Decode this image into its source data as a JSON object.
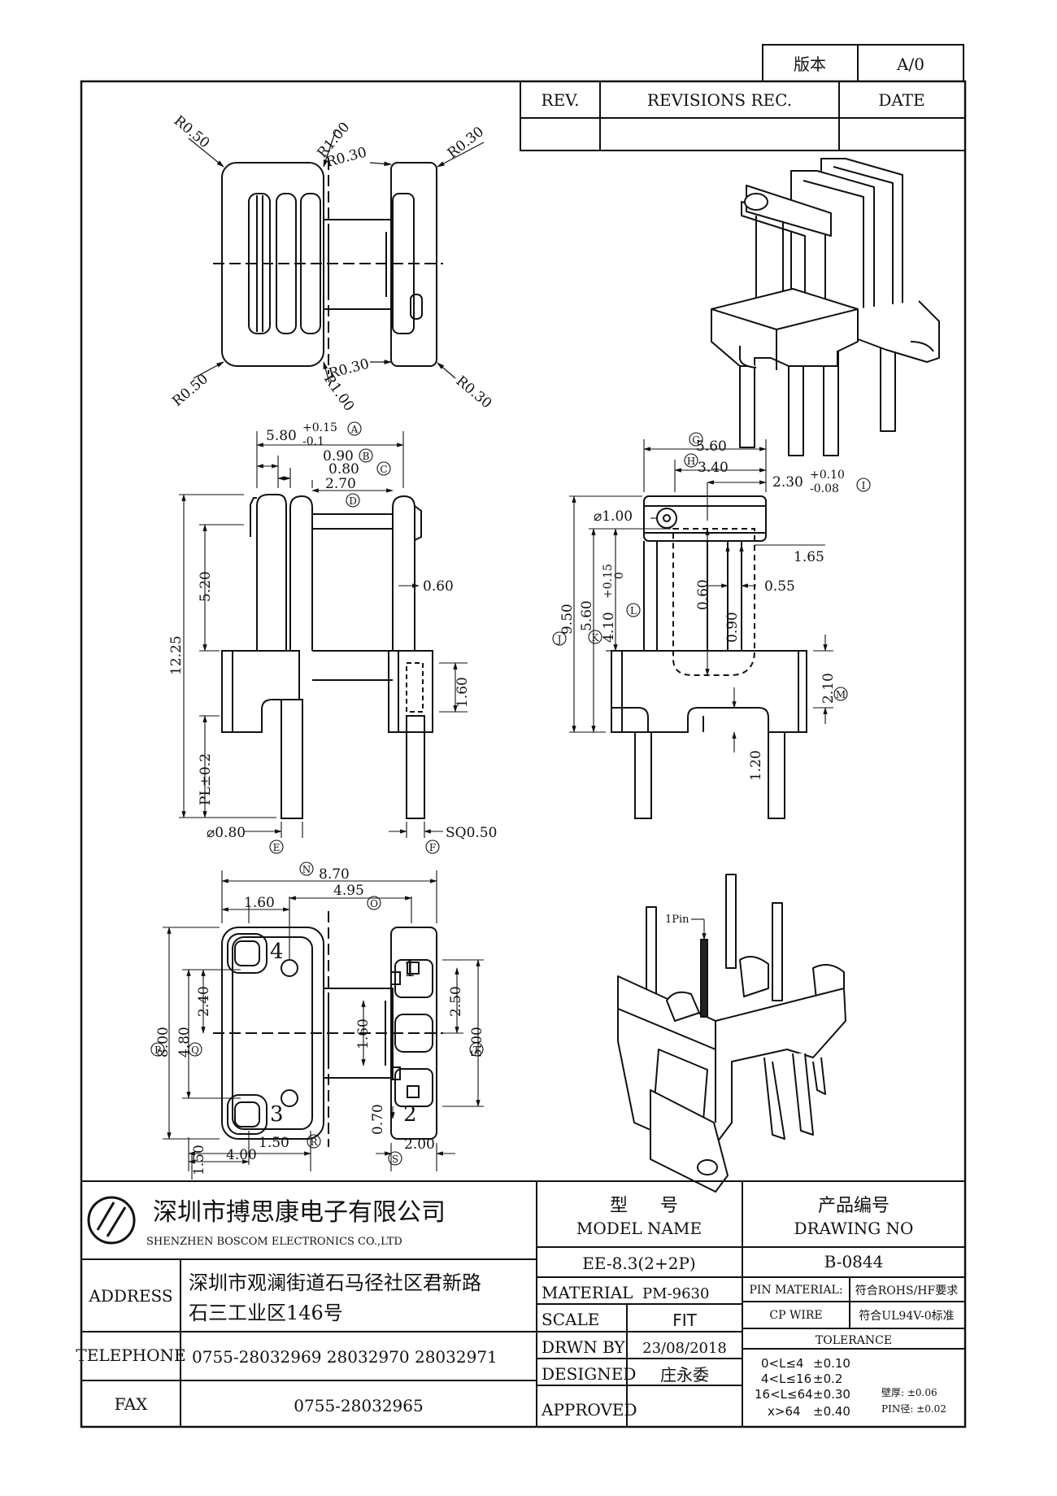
{
  "version_box": {
    "label": "版本",
    "value": "A/0"
  },
  "revision_table": {
    "rev_header": "REV.",
    "rec_header": "REVISIONS REC.",
    "date_header": "DATE"
  },
  "top_view": {
    "radii": [
      "R0.50",
      "R1.00",
      "R0.30",
      "R0.30",
      "R0.50",
      "R0.30",
      "R1.00",
      "R0.30"
    ]
  },
  "front_view": {
    "dims": [
      "5.80",
      "+0.15",
      "-0.1",
      "0.90",
      "0.80",
      "2.70",
      "0.60",
      "5.20",
      "12.25",
      "1.60",
      "PL±0.2",
      "⌀0.80",
      "SQ0.50"
    ],
    "markers": [
      "A",
      "B",
      "C",
      "D",
      "E",
      "F"
    ]
  },
  "side_view": {
    "dims": [
      "5.60",
      "3.40",
      "2.30",
      "+0.10",
      "-0.08",
      "⌀1.00",
      "1.65",
      "0.60",
      "0.55",
      "+0.15",
      "0",
      "9.50",
      "5.60",
      "4.10",
      "0.90",
      "2.10",
      "1.20"
    ],
    "markers": [
      "G",
      "H",
      "I",
      "J",
      "K",
      "L",
      "M"
    ]
  },
  "bottom_view": {
    "dims": [
      "8.70",
      "1.60",
      "4.95",
      "2.40",
      "8.00",
      "4.80",
      "1.60",
      "2.50",
      "5.00",
      "0.70",
      "1.50",
      "1.50",
      "4.00",
      "2.00"
    ],
    "markers": [
      "N",
      "O",
      "P",
      "Q",
      "R",
      "S",
      "T"
    ],
    "pin_numbers": [
      "1",
      "2",
      "3",
      "4"
    ]
  },
  "iso_bottom": {
    "pin_label": "1Pin"
  },
  "company": {
    "name_cn": "深圳市搏思康电子有限公司",
    "name_en": "SHENZHEN BOSCOM ELECTRONICS CO.,LTD",
    "address_label": "ADDRESS",
    "address_line1": "深圳市观澜街道石马径社区君新路",
    "address_line2": "石三工业区146号",
    "telephone_label": "TELEPHONE",
    "telephone": "0755-28032969 28032970 28032971",
    "fax_label": "FAX",
    "fax": "0755-28032965"
  },
  "title_block": {
    "model_cn_1": "型",
    "model_cn_2": "号",
    "model_en": "MODEL NAME",
    "model_value": "EE-8.3(2+2P)",
    "drawing_cn": "产品编号",
    "drawing_en": "DRAWING NO",
    "drawing_value": "B-0844",
    "material_label": "MATERIAL",
    "material_value": "PM-9630",
    "scale_label": "SCALE",
    "scale_value": "FIT",
    "drawn_label": "DRWN BY",
    "drawn_value": "23/08/2018",
    "designed_label": "DESIGNED",
    "designed_value": "庄永委",
    "approved_label": "APPROVED",
    "pin_material_label": "PIN MATERIAL:",
    "pin_material_value": "符合ROHS/HF要求",
    "cp_wire_label": "CP WIRE",
    "cp_wire_value": "符合UL94V-0标准",
    "tolerance_label": "TOLERANCE",
    "tolerance_rows": [
      {
        "range": "0<L≤4",
        "tol": "±0.10"
      },
      {
        "range": "4<L≤16",
        "tol": "±0.2"
      },
      {
        "range": "16<L≤64",
        "tol": "±0.30"
      },
      {
        "range": "x>64",
        "tol": "±0.40"
      }
    ],
    "wall_label": "壁厚: ±0.06",
    "pin_dia_label": "PIN径: ±0.02"
  }
}
